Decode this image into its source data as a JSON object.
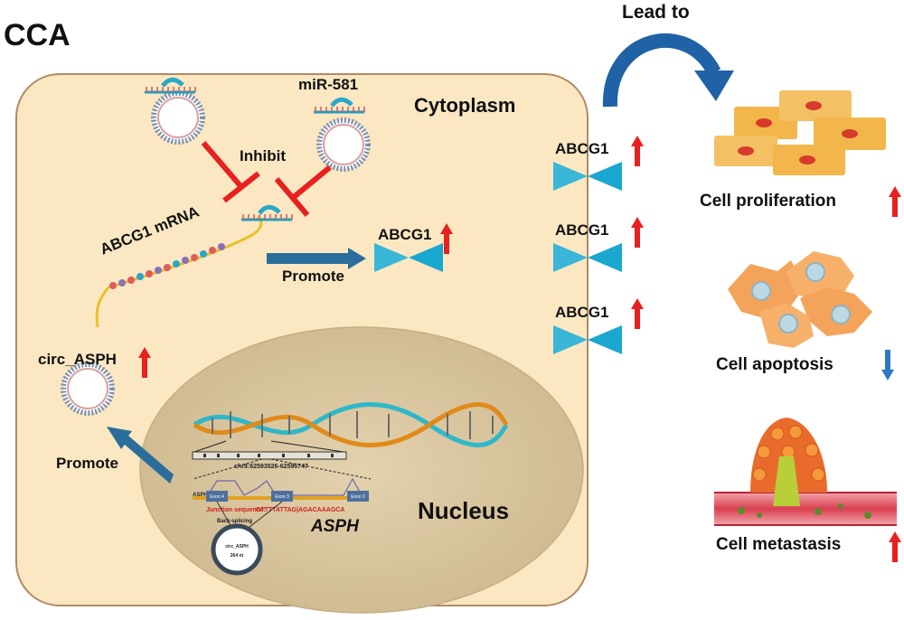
{
  "figure": {
    "title": "CCA",
    "lead_to": "Lead to",
    "cytoplasm": "Cytoplasm",
    "nucleus": "Nucleus",
    "mirna": "miR-581",
    "inhibit": "Inhibit",
    "mrna": "ABCG1 mRNA",
    "promote_abcg1": "Promote",
    "abcg1_cytoplasm": "ABCG1",
    "membrane_abcg1": [
      "ABCG1",
      "ABCG1",
      "ABCG1"
    ],
    "circrna": "circ_ASPH",
    "promote_export": "Promote",
    "gene": "ASPH",
    "outcomes": [
      {
        "label": "Cell proliferation",
        "direction": "up"
      },
      {
        "label": "Cell apoptosis",
        "direction": "down"
      },
      {
        "label": "Cell metastasis",
        "direction": "up"
      }
    ],
    "gene_panel": {
      "chrom": "chr8:62593526-62596747",
      "gene_label": "ASPH",
      "exons": [
        "Exon 4",
        "Exon 3",
        "Exon 2"
      ],
      "junction_label": "Junction sequence:",
      "junction_seq": "GTTTTATTAG|AGACAAAGCA",
      "backsplice": "Back-splicing",
      "circ_name": "circ_ASPH",
      "circ_len": "264 nt"
    },
    "colors": {
      "cell_fill": "#fbe8c2",
      "cell_stroke": "#b08a63",
      "nucleus_fill": "#d9c6a1",
      "inhibit": "#e8201f",
      "up_arrow": "#e8201f",
      "down_arrow": "#2c79c2",
      "promote_arrow": "#2b6e9c",
      "transporter": "#31b2d4",
      "lead_arrow": "#1f62a6"
    }
  }
}
